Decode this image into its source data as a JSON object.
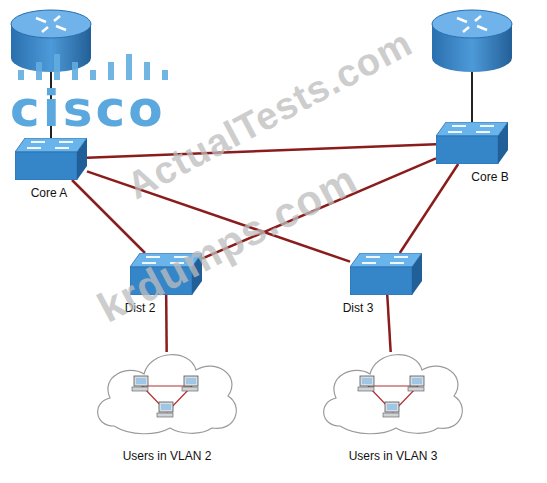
{
  "diagram": {
    "nodes": [
      {
        "text": [
          "Core A"
        ]
      },
      {
        "text": [
          "Core B"
        ]
      },
      {
        "text": [
          "Dist 2"
        ]
      },
      {
        "text": [
          "Dist 3"
        ]
      },
      {
        "text": [
          "Users in VLAN 2"
        ]
      },
      {
        "text": [
          "Users in VLAN 3"
        ]
      }
    ],
    "edges": [
      {
        "from": 0,
        "to": 1,
        "arrow": "none"
      },
      {
        "from": 0,
        "to": 2,
        "arrow": "none"
      },
      {
        "from": 0,
        "to": 3,
        "arrow": "none"
      },
      {
        "from": 1,
        "to": 2,
        "arrow": "none"
      },
      {
        "from": 1,
        "to": 3,
        "arrow": "none"
      },
      {
        "from": 2,
        "to": 4,
        "arrow": "none"
      },
      {
        "from": 3,
        "to": 5,
        "arrow": "none"
      }
    ],
    "labels": [
      "cisco",
      "ActualTests.com",
      "krdumps.com"
    ]
  }
}
